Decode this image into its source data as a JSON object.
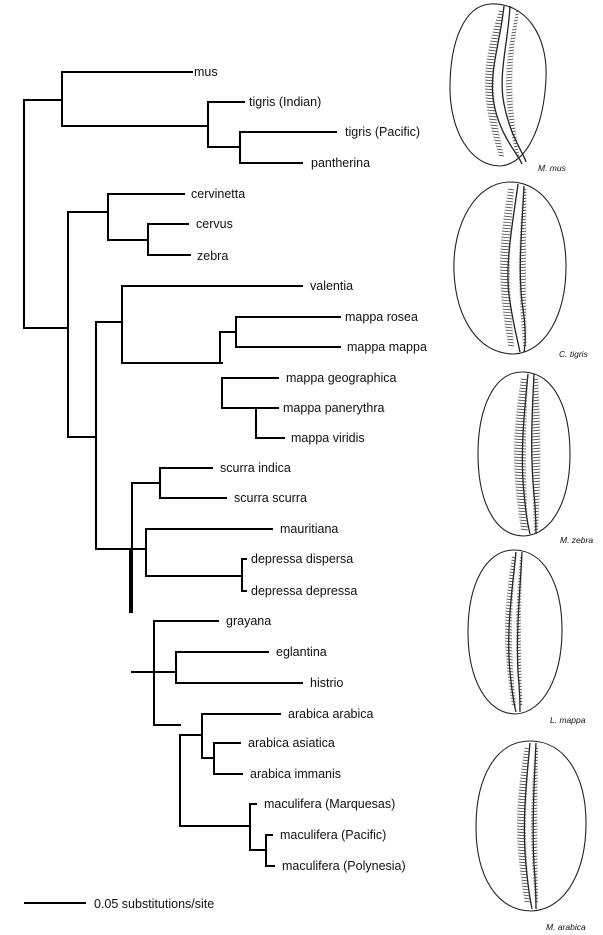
{
  "tree": {
    "leaves": [
      {
        "id": "mus",
        "label": "mus"
      },
      {
        "id": "tigris-indian",
        "label": "tigris (Indian)"
      },
      {
        "id": "tigris-pacific",
        "label": "tigris (Pacific)"
      },
      {
        "id": "pantherina",
        "label": "pantherina"
      },
      {
        "id": "cervinetta",
        "label": "cervinetta"
      },
      {
        "id": "cervus",
        "label": "cervus"
      },
      {
        "id": "zebra",
        "label": "zebra"
      },
      {
        "id": "valentia",
        "label": "valentia"
      },
      {
        "id": "mappa-rosea",
        "label": "mappa rosea"
      },
      {
        "id": "mappa-mappa",
        "label": "mappa mappa"
      },
      {
        "id": "mappa-geographica",
        "label": "mappa geographica"
      },
      {
        "id": "mappa-panerythra",
        "label": "mappa panerythra"
      },
      {
        "id": "mappa-viridis",
        "label": "mappa viridis"
      },
      {
        "id": "scurra-indica",
        "label": "scurra indica"
      },
      {
        "id": "scurra-scurra",
        "label": "scurra scurra"
      },
      {
        "id": "mauritiana",
        "label": "mauritiana"
      },
      {
        "id": "depressa-dispersa",
        "label": "depressa dispersa"
      },
      {
        "id": "depressa-depressa",
        "label": "depressa depressa"
      },
      {
        "id": "grayana",
        "label": "grayana"
      },
      {
        "id": "eglantina",
        "label": "eglantina"
      },
      {
        "id": "histrio",
        "label": "histrio"
      },
      {
        "id": "arabica-arabica",
        "label": "arabica arabica"
      },
      {
        "id": "arabica-asiatica",
        "label": "arabica asiatica"
      },
      {
        "id": "arabica-immanis",
        "label": "arabica immanis"
      },
      {
        "id": "maculifera-marquesas",
        "label": "maculifera (Marquesas)"
      },
      {
        "id": "maculifera-pacific",
        "label": "maculifera (Pacific)"
      },
      {
        "id": "maculifera-polynesia",
        "label": "maculifera (Polynesia)"
      }
    ]
  },
  "scale_bar": {
    "label": "0.05 substitutions/site"
  },
  "shells": [
    {
      "id": "m-mus",
      "caption": "M. mus"
    },
    {
      "id": "c-tigris",
      "caption": "C. tigris"
    },
    {
      "id": "m-zebra",
      "caption": "M. zebra"
    },
    {
      "id": "l-mappa",
      "caption": "L. mappa"
    },
    {
      "id": "m-arabica",
      "caption": "M. arabica"
    }
  ]
}
